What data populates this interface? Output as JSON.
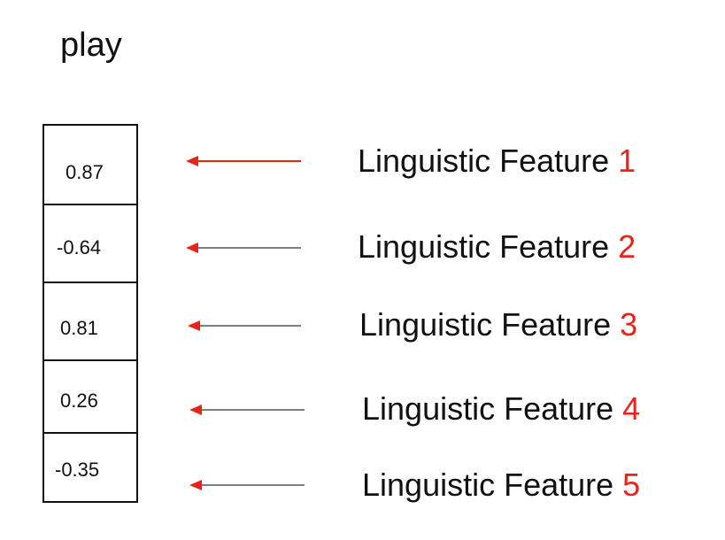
{
  "word": "play",
  "vector_values": [
    "0.87",
    "-0.64",
    "0.81",
    "0.26",
    "-0.35"
  ],
  "features": [
    {
      "label": "Linguistic Feature",
      "number": "1",
      "arrow_color": "#e8231b"
    },
    {
      "label": "Linguistic Feature",
      "number": "2",
      "arrow_color": "#333333"
    },
    {
      "label": "Linguistic Feature",
      "number": "3",
      "arrow_color": "#333333"
    },
    {
      "label": "Linguistic Feature",
      "number": "4",
      "arrow_color": "#333333"
    },
    {
      "label": "Linguistic Feature",
      "number": "5",
      "arrow_color": "#333333"
    }
  ],
  "colors": {
    "accent": "#e8231b",
    "text": "#111111",
    "arrowhead": "#e8231b"
  }
}
